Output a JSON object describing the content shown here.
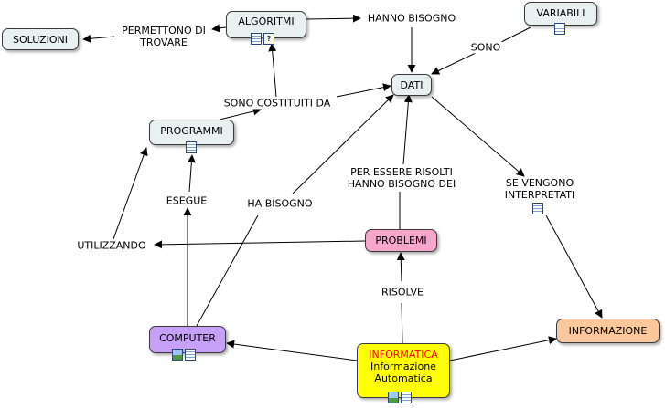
{
  "nodes": {
    "soluzioni": "SOLUZIONI",
    "algoritmi": "ALGORITMI",
    "variabili": "VARIABILI",
    "dati": "DATI",
    "programmi": "PROGRAMMI",
    "problemi": "PROBLEMI",
    "computer": "COMPUTER",
    "informatica_title": "INFORMATICA",
    "informatica_line1": "Informazione",
    "informatica_line2": "Automatica",
    "informazione": "INFORMAZIONE"
  },
  "links": {
    "permettono_line1": "PERMETTONO DI",
    "permettono_line2": "TROVARE",
    "hanno_bisogno": "HANNO BISOGNO",
    "sono": "SONO",
    "sono_costituiti": "SONO COSTITUITI DA",
    "per_essere_line1": "PER ESSERE RISOLTI",
    "per_essere_line2": "HANNO BISOGNO DEI",
    "se_vengono_line1": "SE VENGONO",
    "se_vengono_line2": "INTERPRETATI",
    "esegue": "ESEGUE",
    "ha_bisogno": "HA BISOGNO",
    "utilizzando": "UTILIZZANDO",
    "risolve": "RISOLVE"
  },
  "colors": {
    "node_default": "#e8f0f0",
    "programmi": "#e8f0f0",
    "problemi": "#f7a6cb",
    "computer": "#c6a0f7",
    "informatica": "#ffff00",
    "informatica_title": "#ff0000",
    "informazione": "#fbc79b",
    "edge": "#000000"
  },
  "icons": {
    "algoritmi": [
      "document-icon",
      "help-icon"
    ],
    "variabili": [
      "document-icon"
    ],
    "programmi": [
      "document-icon"
    ],
    "se_vengono": [
      "document-icon"
    ],
    "computer": [
      "image-icon",
      "document-icon"
    ],
    "informatica": [
      "image-icon",
      "document-icon"
    ]
  }
}
